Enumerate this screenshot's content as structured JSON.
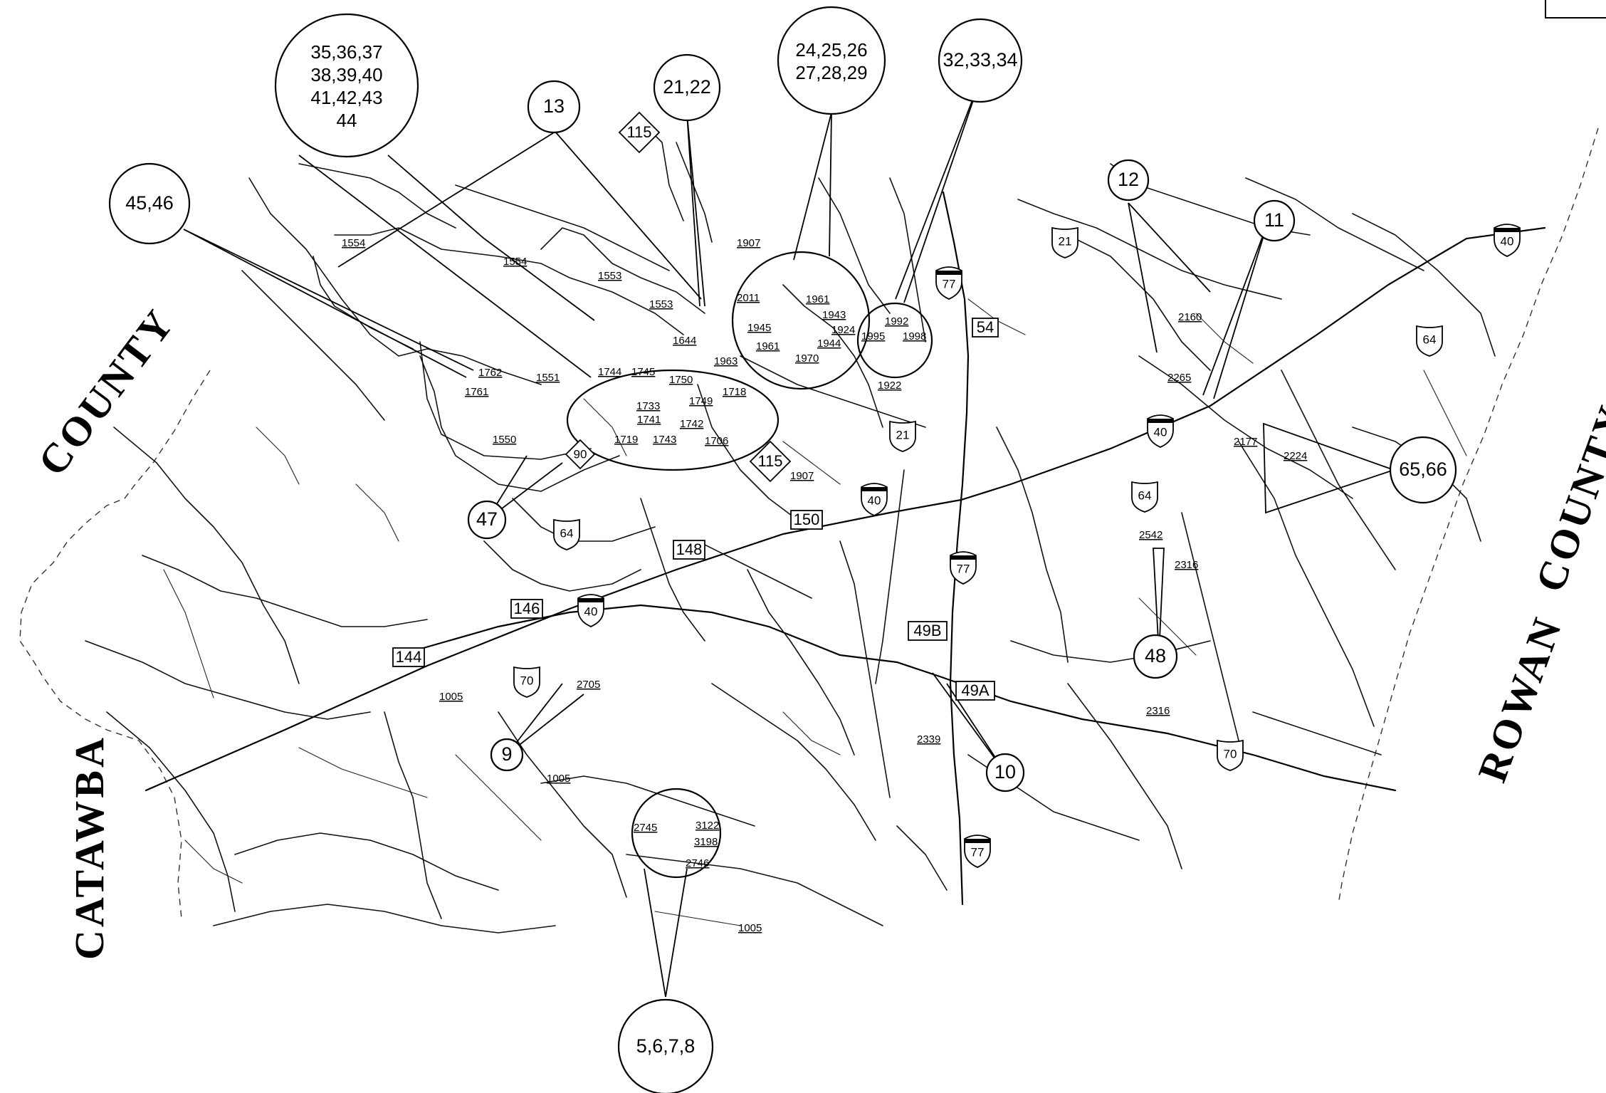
{
  "counties": [
    {
      "id": "catawba-label-1",
      "text": "COUNTY"
    },
    {
      "id": "catawba-label-2",
      "text": "CATAWBA"
    },
    {
      "id": "rowan-label-1",
      "text": "ROWAN"
    },
    {
      "id": "rowan-label-2",
      "text": "COUNTY"
    }
  ],
  "callouts": [
    {
      "text": [
        "35,36,37",
        "38,39,40",
        "41,42,43",
        "44"
      ]
    },
    {
      "text": [
        "13"
      ]
    },
    {
      "text": [
        "21,22"
      ]
    },
    {
      "text": [
        "24,25,26",
        "27,28,29"
      ]
    },
    {
      "text": [
        "32,33,34"
      ]
    },
    {
      "text": [
        "45,46"
      ]
    },
    {
      "text": [
        "12"
      ]
    },
    {
      "text": [
        "11"
      ]
    },
    {
      "text": [
        "65,66"
      ]
    },
    {
      "text": [
        "47"
      ]
    },
    {
      "text": [
        "48"
      ]
    },
    {
      "text": [
        "9"
      ]
    },
    {
      "text": [
        "10"
      ]
    },
    {
      "text": [
        "5,6,7,8"
      ]
    }
  ],
  "interstate_shields": [
    "40",
    "40",
    "40",
    "40",
    "77",
    "77",
    "77"
  ],
  "us_route_shields": [
    "21",
    "21",
    "64",
    "64",
    "64",
    "70",
    "70"
  ],
  "nc_route_shields": [
    "115",
    "115",
    "90"
  ],
  "exits": [
    "54",
    "150",
    "148",
    "146",
    "144",
    "49B",
    "49A"
  ],
  "road_labels": [
    "1554",
    "1554",
    "1553",
    "1553",
    "1907",
    "1907",
    "2011",
    "1961",
    "1943",
    "1945",
    "1924",
    "1944",
    "1961",
    "1970",
    "1992",
    "1995",
    "1998",
    "1922",
    "1644",
    "1963",
    "1762",
    "1761",
    "1551",
    "1744",
    "1745",
    "1750",
    "1733",
    "1749",
    "1718",
    "1741",
    "1742",
    "1719",
    "1743",
    "1706",
    "1550",
    "2160",
    "2265",
    "2177",
    "2224",
    "2542",
    "2316",
    "2316",
    "2705",
    "1005",
    "1005",
    "1005",
    "2339",
    "2745",
    "3122",
    "3198",
    "2746"
  ]
}
